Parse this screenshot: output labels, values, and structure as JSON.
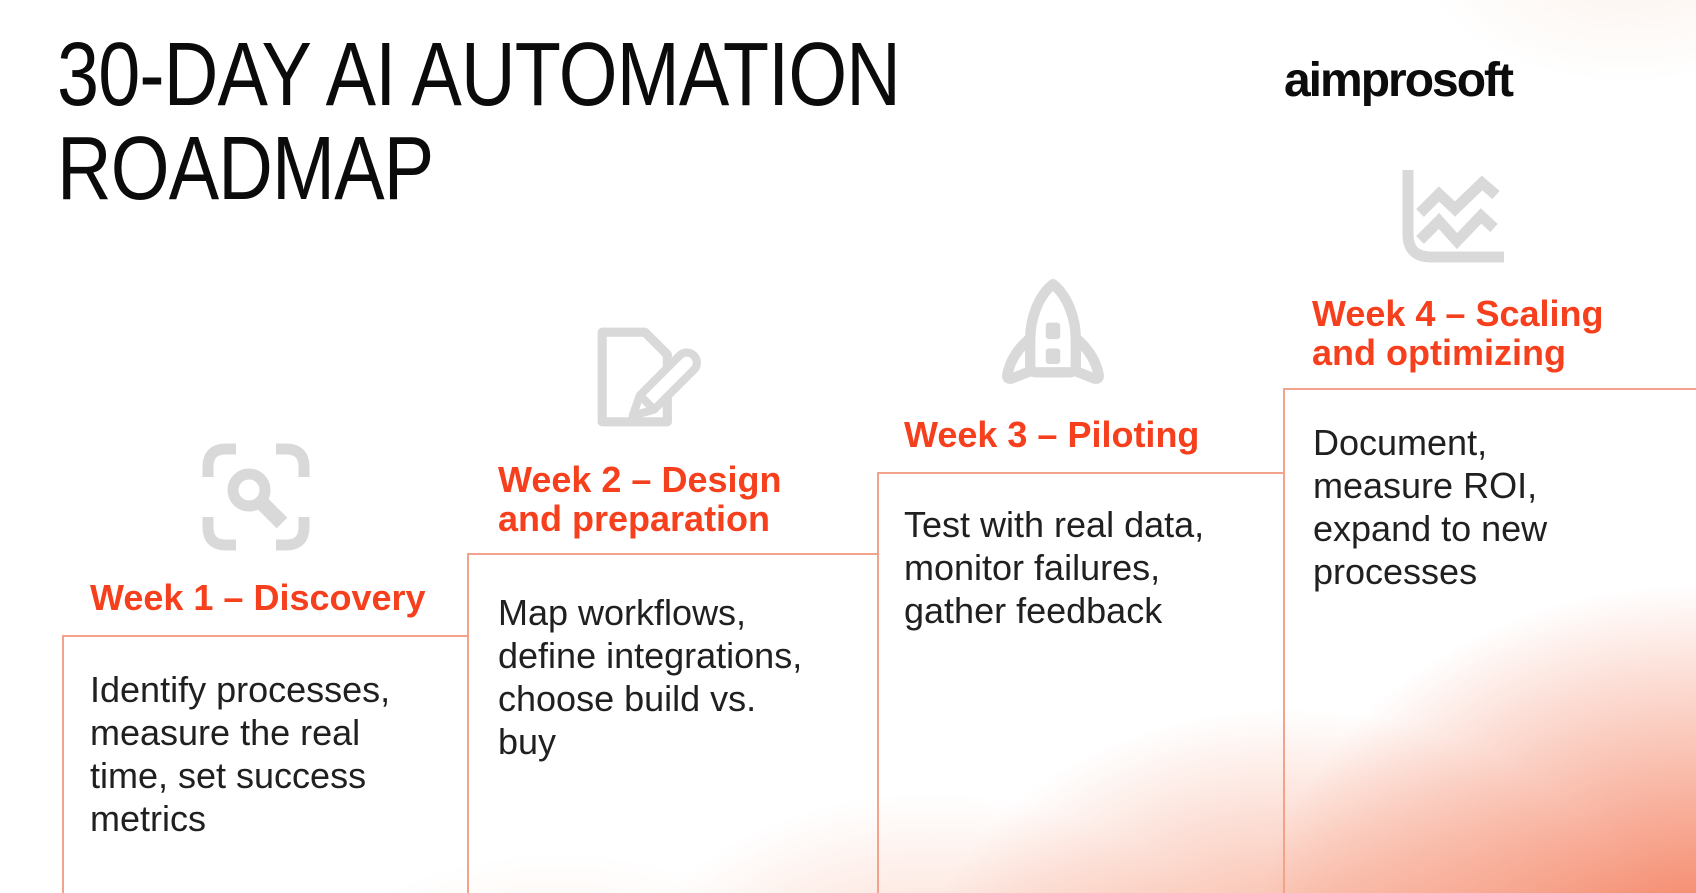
{
  "page": {
    "title": "30-DAY AI AUTOMATION\nROADMAP",
    "logo": "aimprosoft"
  },
  "colors": {
    "accent_red": "#f6401d",
    "border_salmon": "#f3a28b",
    "icon_gray": "#d9d9d9",
    "glow_orange": "#f26842",
    "text_black": "#202020"
  },
  "steps": [
    {
      "icon": "scan-search-icon",
      "heading": "Week 1 – Discovery",
      "body": "Identify processes,\nmeasure the real\ntime, set success\nmetrics"
    },
    {
      "icon": "document-pencil-icon",
      "heading": "Week 2 – Design\nand preparation",
      "body": "Map workflows,\ndefine integrations,\nchoose build vs.\nbuy"
    },
    {
      "icon": "rocket-icon",
      "heading": "Week 3 – Piloting",
      "body": "Test with real data,\nmonitor failures,\ngather feedback"
    },
    {
      "icon": "line-chart-icon",
      "heading": "Week 4 – Scaling\nand optimizing",
      "body": "Document,\nmeasure ROI,\nexpand to new\nprocesses"
    }
  ]
}
